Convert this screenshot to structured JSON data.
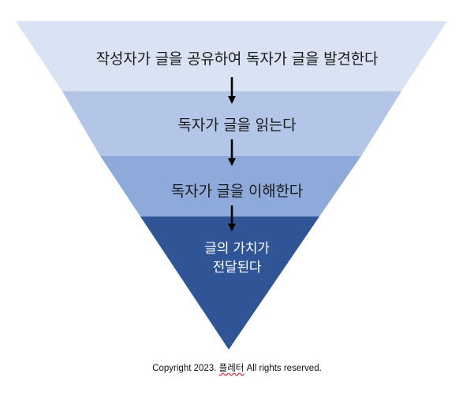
{
  "funnel": {
    "levels": [
      {
        "text": "작성자가 글을 공유하여 독자가 글을 발견한다",
        "color": "#dae3f4"
      },
      {
        "text": "독자가 글을 읽는다",
        "color": "#b3c6e7"
      },
      {
        "text": "독자가 글을 이해한다",
        "color": "#8eaadb"
      },
      {
        "text_line1": "글의 가치가",
        "text_line2": "전달된다",
        "color": "#2f5597"
      }
    ],
    "arrow_color": "#000000"
  },
  "footer": {
    "copyright_prefix": "Copyright 2023.",
    "brand": "플레터",
    "copyright_suffix": "All rights reserved."
  }
}
